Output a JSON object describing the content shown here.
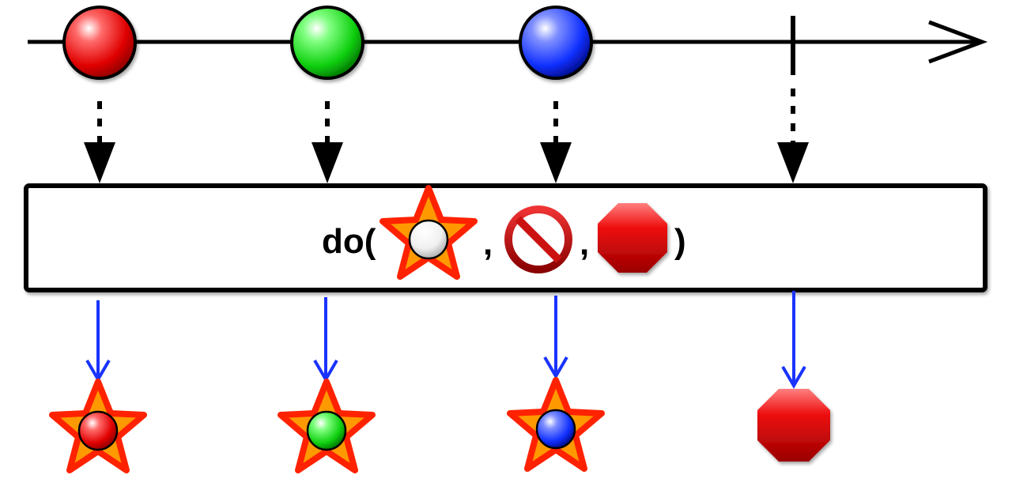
{
  "operator": {
    "name": "do(",
    "separator_1": ",",
    "separator_2": ",",
    "close": ")",
    "callbacks": [
      "star-with-white-marble-icon",
      "prohibited-sign-icon",
      "red-octagon-stop-icon"
    ]
  },
  "input_timeline": {
    "events": [
      {
        "kind": "item",
        "color": "red"
      },
      {
        "kind": "item",
        "color": "green"
      },
      {
        "kind": "item",
        "color": "blue"
      },
      {
        "kind": "completion"
      }
    ]
  },
  "output": {
    "events": [
      {
        "kind": "star-item",
        "color": "red"
      },
      {
        "kind": "star-item",
        "color": "green"
      },
      {
        "kind": "star-item",
        "color": "blue"
      },
      {
        "kind": "stop-octagon"
      }
    ]
  },
  "colors": {
    "red": "#e00000",
    "green": "#00cc00",
    "blue": "#1030ff",
    "star_fill": "#ff9900",
    "star_stroke": "#ff2200",
    "arrow_blue": "#1a33ff"
  }
}
